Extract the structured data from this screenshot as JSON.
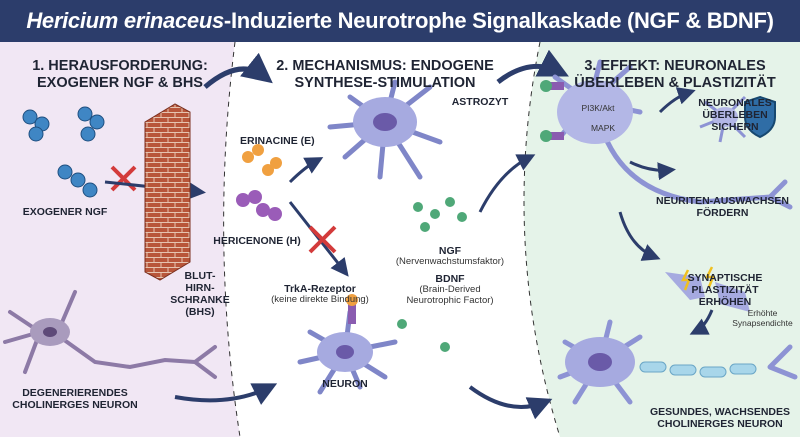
{
  "header": {
    "title_italic": "Hericium erinaceus",
    "title_rest": "-Induzierte Neurotrophe Signalkaskade (NGF & BDNF)"
  },
  "colors": {
    "header": "#2c3d6b",
    "panel1": "#f1e7f4",
    "panel2": "#ffffff",
    "panel3": "#e5f3e9",
    "arrow": "#2c3d6b",
    "ngf": "#4fa878",
    "erinacine": "#f0a040",
    "hericenone": "#9a5cb8",
    "neuron": "#9ea4dc",
    "cross": "#d33b3b"
  },
  "panels": [
    {
      "title_line1": "1. HERAUSFORDERUNG:",
      "title_line2": "EXOGENER NGF & BHS"
    },
    {
      "title_line1": "2. MECHANISMUS: ENDOGENE",
      "title_line2": "SYNTHESE-STIMULATION"
    },
    {
      "title_line1": "3. EFFEKT: NEURONALES",
      "title_line2": "ÜBERLEBEN & PLASTIZITÄT"
    }
  ],
  "labels": {
    "exogenous_ngf": "EXOGENER NGF",
    "bbb": "BLUT-HIRN-SCHRANKE (BHS)",
    "degenerating_line1": "DEGENERIERENDES",
    "degenerating_line2": "CHOLINERGES NEURON",
    "erinacine": "ERINACINE (E)",
    "hericenone": "HERICENONE (H)",
    "astrocyte": "ASTROZYT",
    "ngf": "NGF",
    "ngf_sub": "(Nervenwachstumsfaktor)",
    "trka": "TrkA-Rezeptor",
    "trka_sub": "(keine direkte Bindung)",
    "bdnf": "BDNF",
    "bdnf_sub1": "(Brain-Derived",
    "bdnf_sub2": "Neurotrophic Factor)",
    "neuron": "NEURON",
    "pi3k": "PI3K/Akt",
    "mapk": "MAPK",
    "survival_line1": "NEURONALES",
    "survival_line2": "ÜBERLEBEN SICHERN",
    "neurite_line1": "NEURITEN-AUSWACHSEN",
    "neurite_line2": "FÖRDERN",
    "plasticity_line1": "SYNAPTISCHE",
    "plasticity_line2": "PLASTIZITÄT ERHÖHEN",
    "density_line1": "Erhöhte",
    "density_line2": "Synapsendichte",
    "healthy_line1": "GESUNDES, WACHSENDES",
    "healthy_line2": "CHOLINERGES NEURON"
  }
}
